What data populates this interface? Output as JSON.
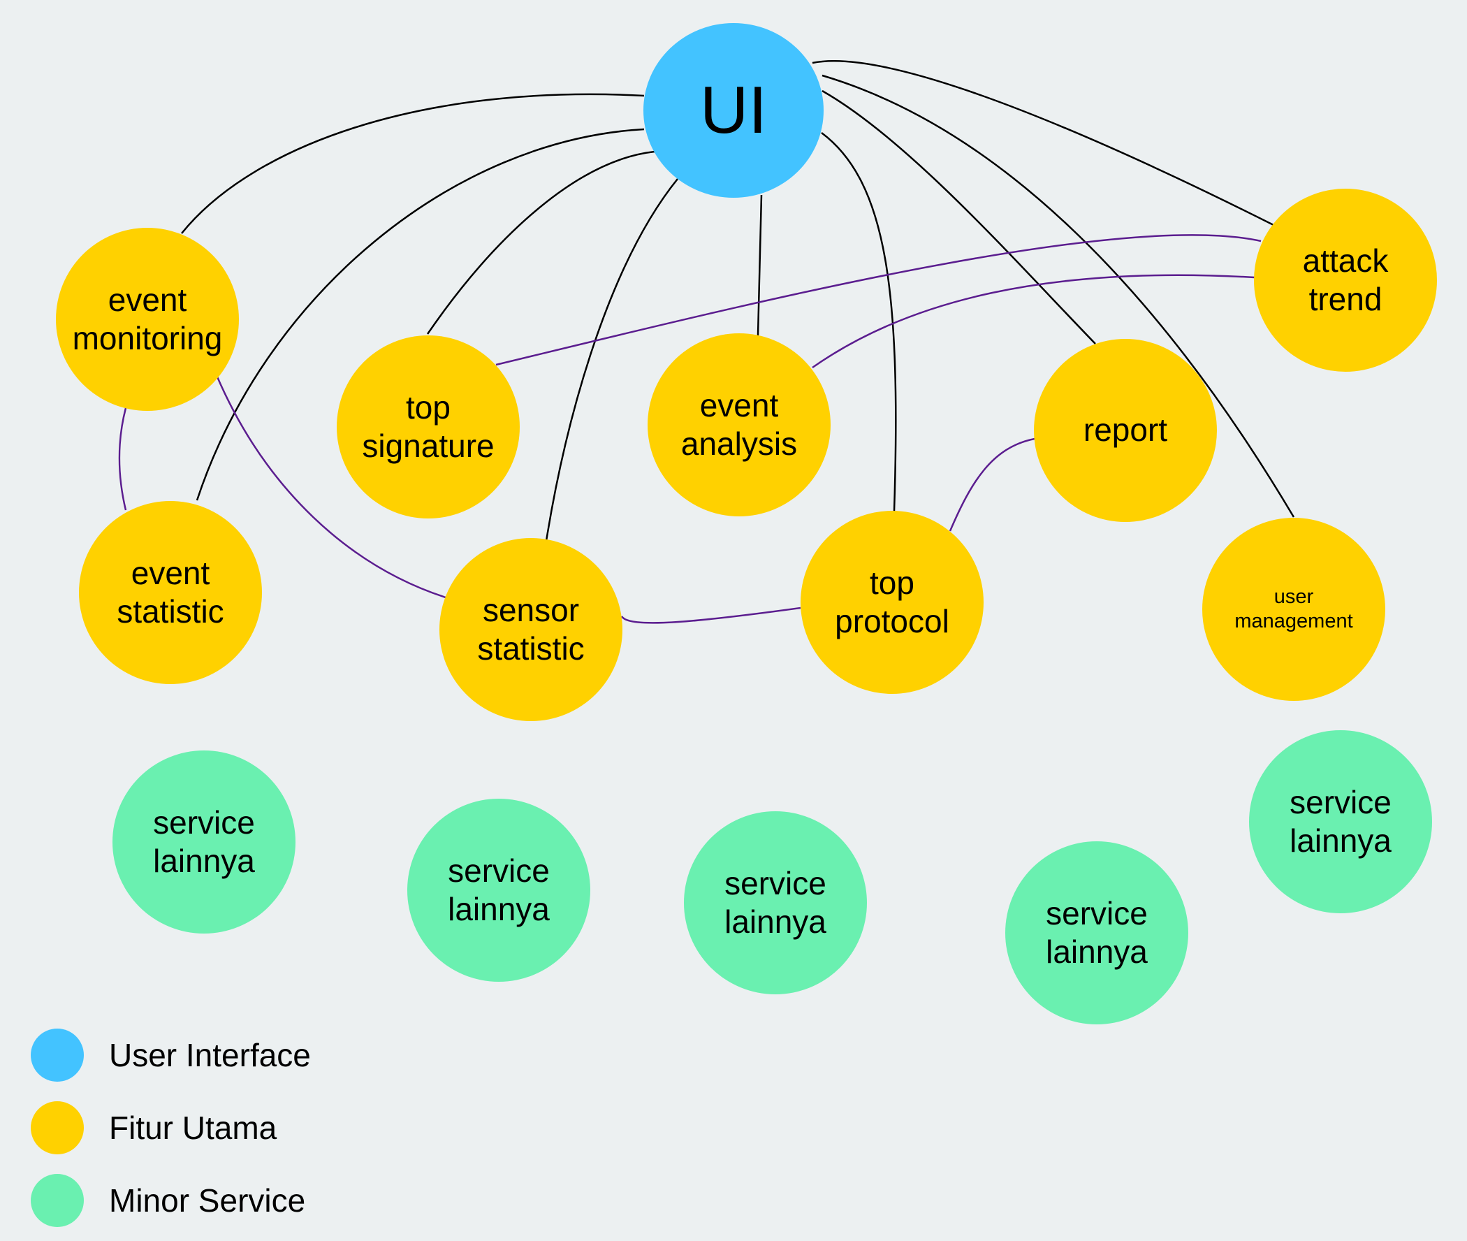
{
  "colors": {
    "background": "#ecf0f1",
    "ui": "#43c3ff",
    "main_feature": "#ffd100",
    "minor_service": "#6af0b0",
    "edge_ui": "#000000",
    "edge_feature": "#5b1d8f"
  },
  "nodes": {
    "ui": {
      "label": "UI",
      "kind": "ui"
    },
    "event_monitoring": {
      "label": "event\nmonitoring",
      "kind": "main_feature"
    },
    "top_signature": {
      "label": "top\nsignature",
      "kind": "main_feature"
    },
    "event_analysis": {
      "label": "event\nanalysis",
      "kind": "main_feature"
    },
    "report": {
      "label": "report",
      "kind": "main_feature"
    },
    "attack_trend": {
      "label": "attack\ntrend",
      "kind": "main_feature"
    },
    "event_statistic": {
      "label": "event\nstatistic",
      "kind": "main_feature"
    },
    "sensor_statistic": {
      "label": "sensor\nstatistic",
      "kind": "main_feature"
    },
    "top_protocol": {
      "label": "top\nprotocol",
      "kind": "main_feature"
    },
    "user_management": {
      "label": "user\nmanagement",
      "kind": "main_feature"
    },
    "service_1": {
      "label": "service\nlainnya",
      "kind": "minor_service"
    },
    "service_2": {
      "label": "service\nlainnya",
      "kind": "minor_service"
    },
    "service_3": {
      "label": "service\nlainnya",
      "kind": "minor_service"
    },
    "service_4": {
      "label": "service\nlainnya",
      "kind": "minor_service"
    },
    "service_5": {
      "label": "service\nlainnya",
      "kind": "minor_service"
    }
  },
  "edges": [
    {
      "from": "ui",
      "to": "event_monitoring",
      "kind": "ui"
    },
    {
      "from": "ui",
      "to": "event_statistic",
      "kind": "ui"
    },
    {
      "from": "ui",
      "to": "top_signature",
      "kind": "ui"
    },
    {
      "from": "ui",
      "to": "sensor_statistic",
      "kind": "ui"
    },
    {
      "from": "ui",
      "to": "event_analysis",
      "kind": "ui"
    },
    {
      "from": "ui",
      "to": "top_protocol",
      "kind": "ui"
    },
    {
      "from": "ui",
      "to": "report",
      "kind": "ui"
    },
    {
      "from": "ui",
      "to": "user_management",
      "kind": "ui"
    },
    {
      "from": "ui",
      "to": "attack_trend",
      "kind": "ui"
    },
    {
      "from": "event_monitoring",
      "to": "event_statistic",
      "kind": "feature"
    },
    {
      "from": "event_monitoring",
      "to": "sensor_statistic",
      "kind": "feature"
    },
    {
      "from": "sensor_statistic",
      "to": "top_protocol",
      "kind": "feature"
    },
    {
      "from": "top_protocol",
      "to": "report",
      "kind": "feature"
    },
    {
      "from": "top_signature",
      "to": "attack_trend",
      "kind": "feature"
    },
    {
      "from": "event_analysis",
      "to": "attack_trend",
      "kind": "feature"
    }
  ],
  "legend": [
    {
      "label": "User Interface",
      "kind": "ui"
    },
    {
      "label": "Fitur Utama",
      "kind": "main_feature"
    },
    {
      "label": "Minor Service",
      "kind": "minor_service"
    }
  ]
}
